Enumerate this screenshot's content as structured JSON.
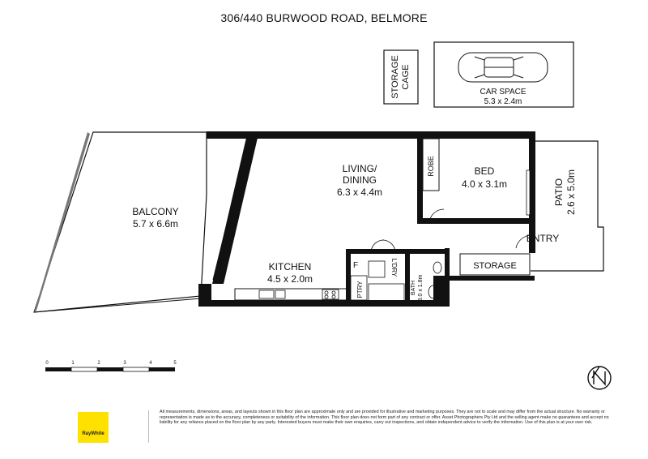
{
  "title": "306/440 BURWOOD ROAD, BELMORE",
  "rooms": {
    "storage_cage": [
      "STORAGE",
      "CAGE"
    ],
    "car_space": {
      "name": "CAR SPACE",
      "size": "5.3 x 2.4m"
    },
    "balcony": {
      "name": "BALCONY",
      "size": "5.7 x 6.6m"
    },
    "living": {
      "name1": "LIVING/",
      "name2": "DINING",
      "size": "6.3 x 4.4m"
    },
    "robe": "ROBE",
    "bed": {
      "name": "BED",
      "size": "4.0 x 3.1m"
    },
    "patio": {
      "name": "PATIO",
      "size": "2.6 x 5.0m"
    },
    "entry": "ENTRY",
    "storage": "STORAGE",
    "kitchen": {
      "name": "KITCHEN",
      "size": "4.5 x 2.0m"
    },
    "fridge": "F",
    "pantry": "PTRY",
    "laundry": "L'DRY",
    "bath": {
      "name": "BATH",
      "size": "3.0 x 1.8m"
    }
  },
  "scale_bar": {
    "ticks": [
      "0",
      "1",
      "2",
      "3",
      "4",
      "5"
    ]
  },
  "logo_text": "RayWhite",
  "disclaimer": "All measurements, dimensions, areas, and layouts shown in this floor plan are approximate only and are provided for illustrative and marketing purposes. They are not to scale and may differ from the actual structure. No warranty or representation is made as to the accuracy, completeness or suitability of the information. This floor plan does not form part of any contract or offer. Asset Photographers Pty Ltd and the selling agent make no guarantees and accept no liability for any reliance placed on the floor plan by any party. Interested buyers must make their own enquiries, carry out inspections, and obtain independent advice to verify the information. Use of this plan is at your own risk."
}
